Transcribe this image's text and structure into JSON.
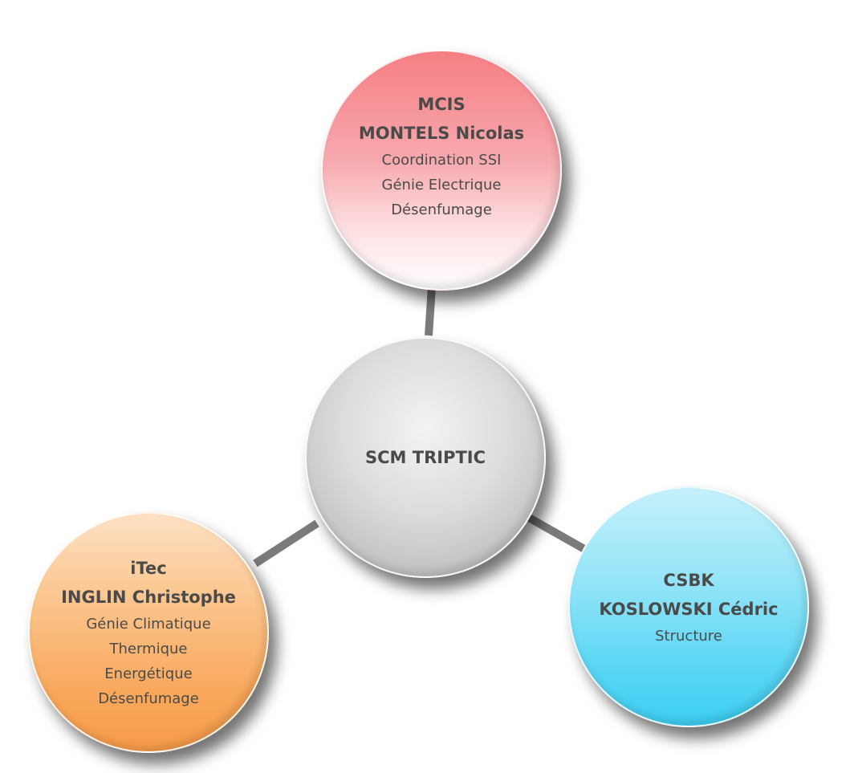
{
  "diagram": {
    "center": {
      "title": "SCM TRIPTIC",
      "color": "#c9c9c9"
    },
    "nodes": [
      {
        "id": "top",
        "company": "MCIS",
        "person": "MONTELS Nicolas",
        "specialties": [
          "Coordination SSI",
          "Génie Electrique",
          "Désenfumage"
        ],
        "color": "#f57f84"
      },
      {
        "id": "left",
        "company": "iTec",
        "person": "INGLIN Christophe",
        "specialties": [
          "Génie Climatique",
          "Thermique",
          "Energétique",
          "Désenfumage"
        ],
        "color": "#f9a85c"
      },
      {
        "id": "right",
        "company": "CSBK",
        "person": "KOSLOWSKI Cédric",
        "specialties": [
          "Structure"
        ],
        "color": "#3ecff3"
      }
    ],
    "connector_color": "#7b7b7b"
  }
}
